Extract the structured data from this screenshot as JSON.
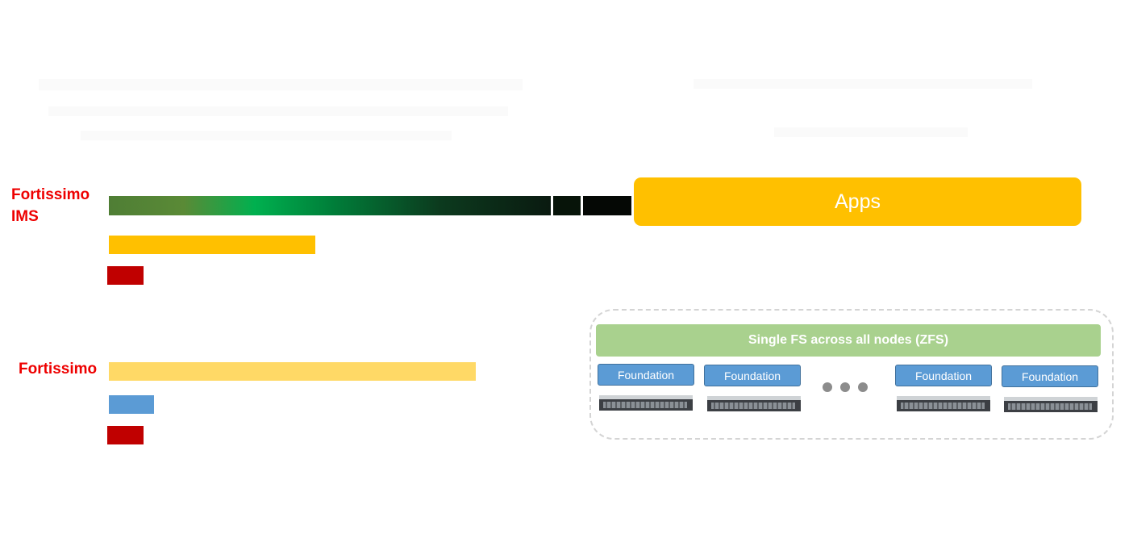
{
  "top_group": {
    "label_line1": "Fortissimo",
    "label_line2": "IMS",
    "apps_label": "Apps"
  },
  "bottom_group": {
    "label": "Fortissimo"
  },
  "cluster": {
    "fs_label": "Single FS across all  nodes (ZFS)",
    "nodes": [
      "Foundation",
      "Foundation",
      "Foundation",
      "Foundation"
    ],
    "ellipsis_icon": "ellipsis-icon",
    "server_icon": "rack-server-icon"
  },
  "colors": {
    "label_red": "#ee0000",
    "apps_yellow": "#ffc000",
    "light_yellow": "#ffd966",
    "blue": "#5b9bd5",
    "dark_red": "#c00000",
    "fs_green": "#a9d18e",
    "gradient_start": "#4f7e35",
    "gradient_mid": "#00b04f",
    "gradient_end": "#0a1a10"
  }
}
